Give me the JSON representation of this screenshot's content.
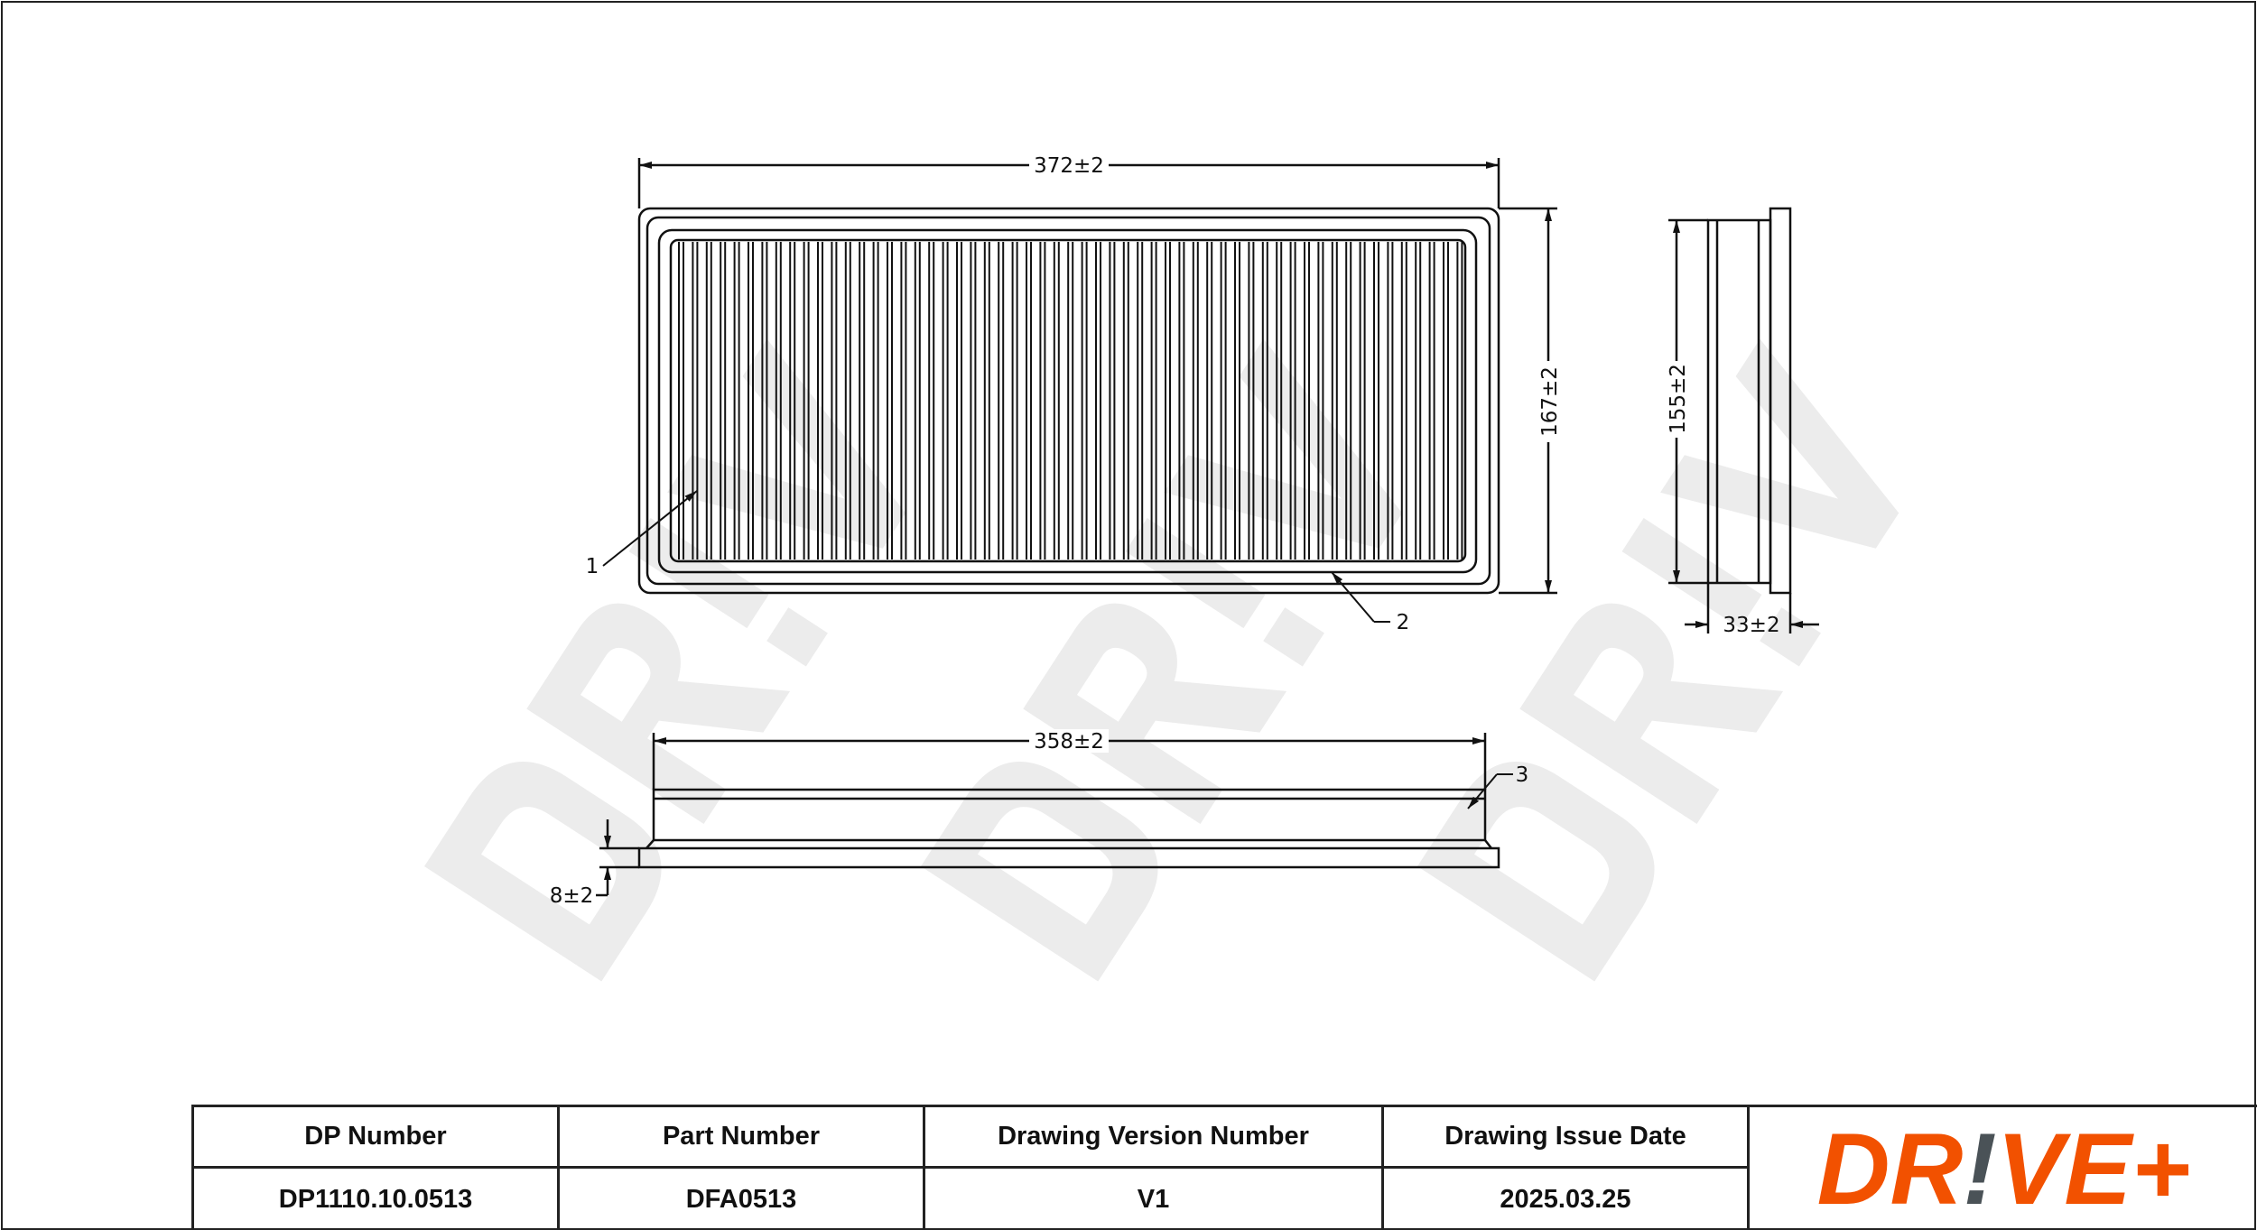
{
  "drawing": {
    "dimensions": {
      "length_top": "372±2",
      "height_top": "167±2",
      "height_side": "155±2",
      "thickness_side": "33±2",
      "length_bottom": "358±2",
      "flange": "8±2"
    },
    "callouts": [
      "1",
      "2",
      "3"
    ],
    "watermark": "DR!VE+"
  },
  "title_block": {
    "headers": [
      "DP Number",
      "Part Number",
      "Drawing Version Number",
      "Drawing Issue Date"
    ],
    "values": [
      "DP1110.10.0513",
      "DFA0513",
      "V1",
      "2025.03.25"
    ]
  },
  "logo": {
    "text_a": "DR",
    "text_b": "!",
    "text_c": "VE+",
    "primary_color": "#f25100",
    "accent_color": "#4a5257"
  }
}
